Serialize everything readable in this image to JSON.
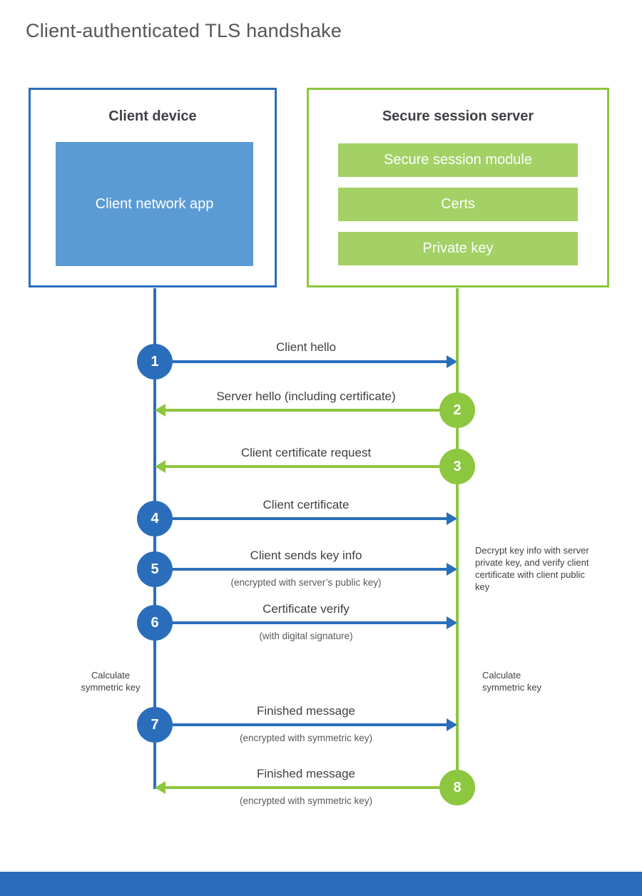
{
  "title": "Client-authenticated TLS handshake",
  "colors": {
    "blue_stroke": "#2a6ebb",
    "blue_fill": "#5b9bd5",
    "green_stroke": "#8dc63f",
    "green_fill": "#a3d165",
    "heading_text": "#3f4145",
    "body_text": "#414042"
  },
  "client": {
    "title": "Client device",
    "app_label": "Client network app"
  },
  "server": {
    "title": "Secure session server",
    "modules": [
      "Secure session module",
      "Certs",
      "Private key"
    ]
  },
  "steps": [
    {
      "num": "1",
      "direction": "right",
      "label": "Client hello",
      "sub": ""
    },
    {
      "num": "2",
      "direction": "left",
      "label": "Server hello (including certificate)",
      "sub": ""
    },
    {
      "num": "3",
      "direction": "left",
      "label": "Client certificate request",
      "sub": ""
    },
    {
      "num": "4",
      "direction": "right",
      "label": "Client certificate",
      "sub": ""
    },
    {
      "num": "5",
      "direction": "right",
      "label": "Client sends key info",
      "sub": "(encrypted with server’s public key)"
    },
    {
      "num": "6",
      "direction": "right",
      "label": "Certificate verify",
      "sub": "(with digital signature)"
    },
    {
      "num": "7",
      "direction": "right",
      "label": "Finished message",
      "sub": "(encrypted with symmetric key)"
    },
    {
      "num": "8",
      "direction": "left",
      "label": "Finished message",
      "sub": "(encrypted with symmetric key)"
    }
  ],
  "annotations": {
    "decrypt_note": "Decrypt key info with server private key, and verify client certificate with client public key",
    "calc_left": "Calculate symmetric key",
    "calc_right": "Calculate symmetric key"
  }
}
